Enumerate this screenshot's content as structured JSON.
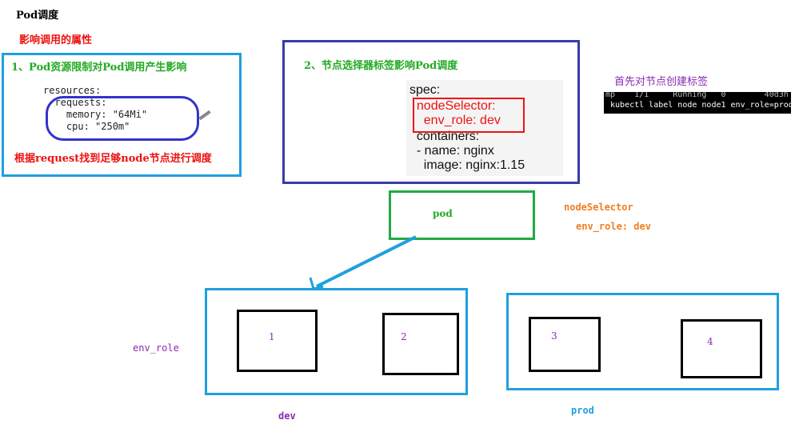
{
  "title": "Pod调度",
  "subtitle": "影响调用的属性",
  "section1": {
    "label": "1、Pod资源限制对Pod调用产生影响",
    "code_lines": [
      "resources:",
      "  requests:",
      "    memory: \"64Mi\"",
      "    cpu: \"250m\""
    ],
    "note": "根据request找到足够node节点进行调度"
  },
  "section2": {
    "label": "2、节点选择器标签影响Pod调度",
    "yaml_lines": [
      "spec:",
      "  nodeSelector:",
      "    env_role: dev",
      "  containers:",
      "  - name: nginx",
      "    image: nginx:1.15"
    ]
  },
  "right": {
    "label": "首先对节点创建标签",
    "terminal_top": "mp    1/1     Running   0        40d3h",
    "terminal_cmd": " kubectl label node node1 env_role=prod"
  },
  "pod": {
    "label": "pod",
    "selector_key": "nodeSelector",
    "selector_value": "env_role: dev"
  },
  "nodes": [
    {
      "label": "1"
    },
    {
      "label": "2"
    },
    {
      "label": "3"
    },
    {
      "label": "4"
    }
  ],
  "groups": {
    "env_role_label": "env_role",
    "dev_label": "dev",
    "prod_label": "prod"
  },
  "colors": {
    "blue_frame": "#1fa0de",
    "navy_frame": "#3a3aaa",
    "green": "#22aa22",
    "red": "#ee1111",
    "purple": "#8a2ab2",
    "orange": "#f07d1f"
  }
}
